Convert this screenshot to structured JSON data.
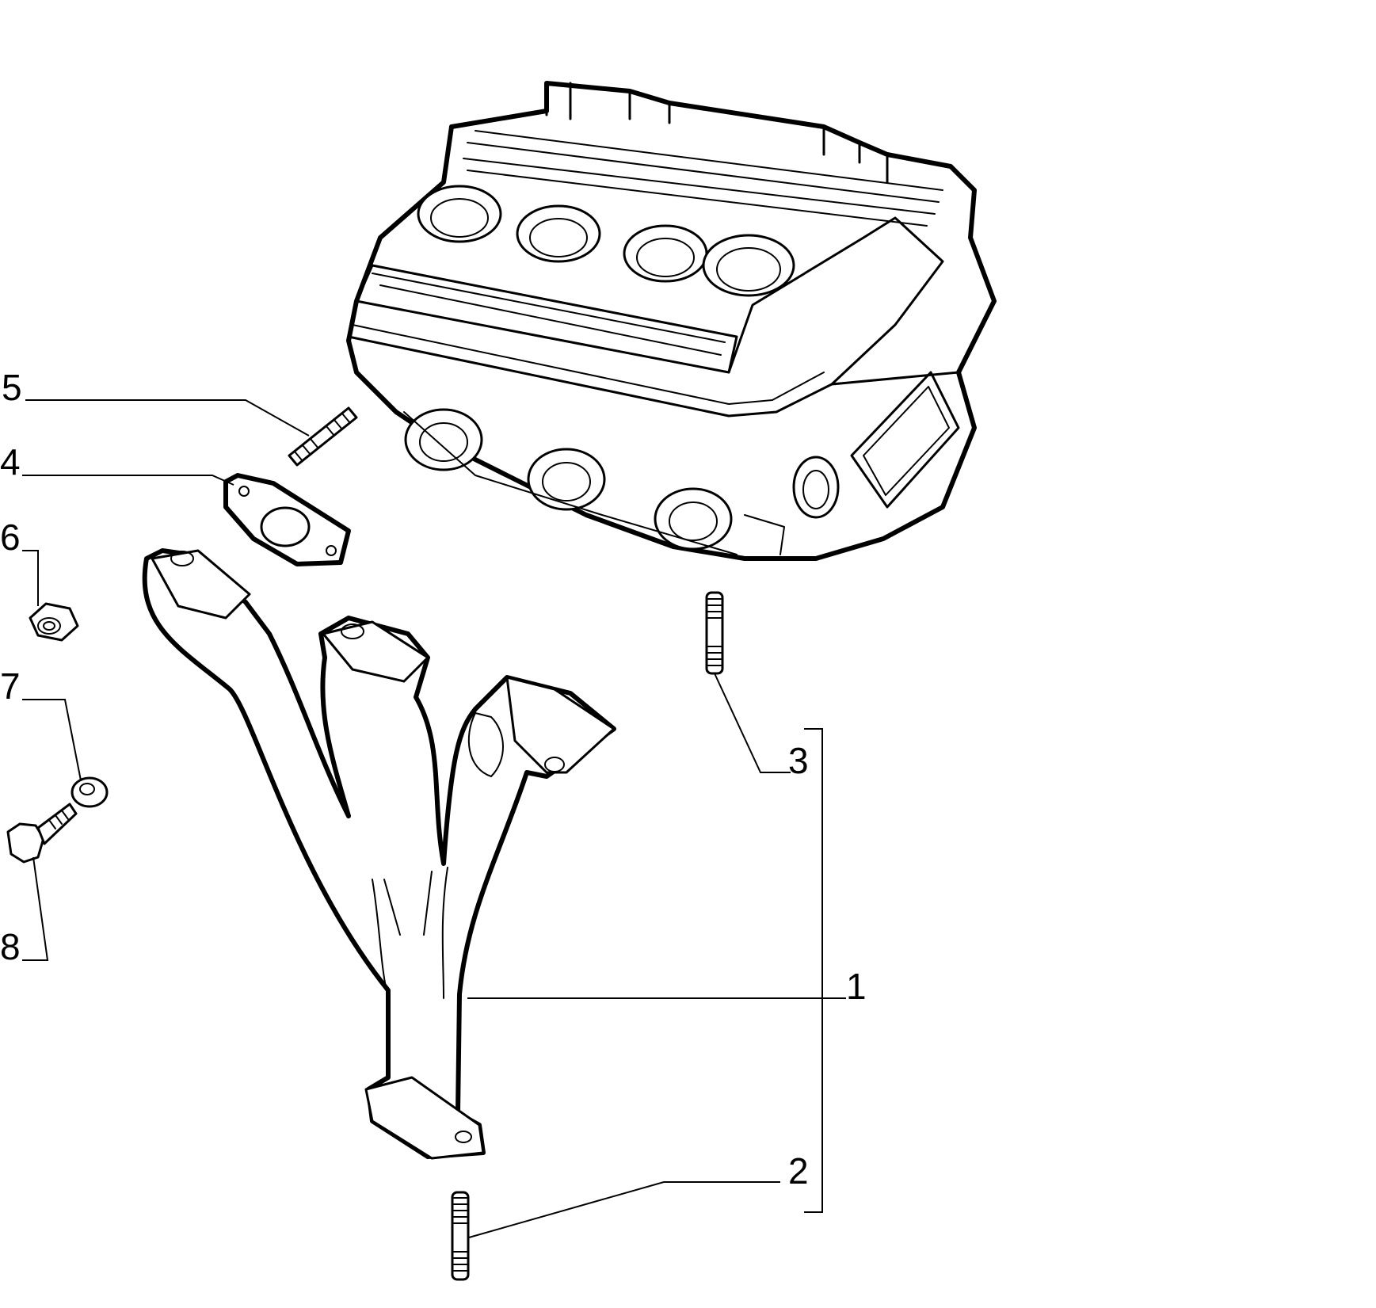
{
  "callouts": {
    "c1": "1",
    "c2": "2",
    "c3": "3",
    "c4": "4",
    "c5": "5",
    "c6": "6",
    "c7": "7",
    "c8": "8"
  },
  "parts": [
    "cylinder-head",
    "exhaust-manifold",
    "manifold-stud",
    "head-stud",
    "manifold-gasket",
    "threaded-stud",
    "nut",
    "washer",
    "bolt"
  ],
  "colors": {
    "line": "#000000",
    "background": "#ffffff"
  }
}
